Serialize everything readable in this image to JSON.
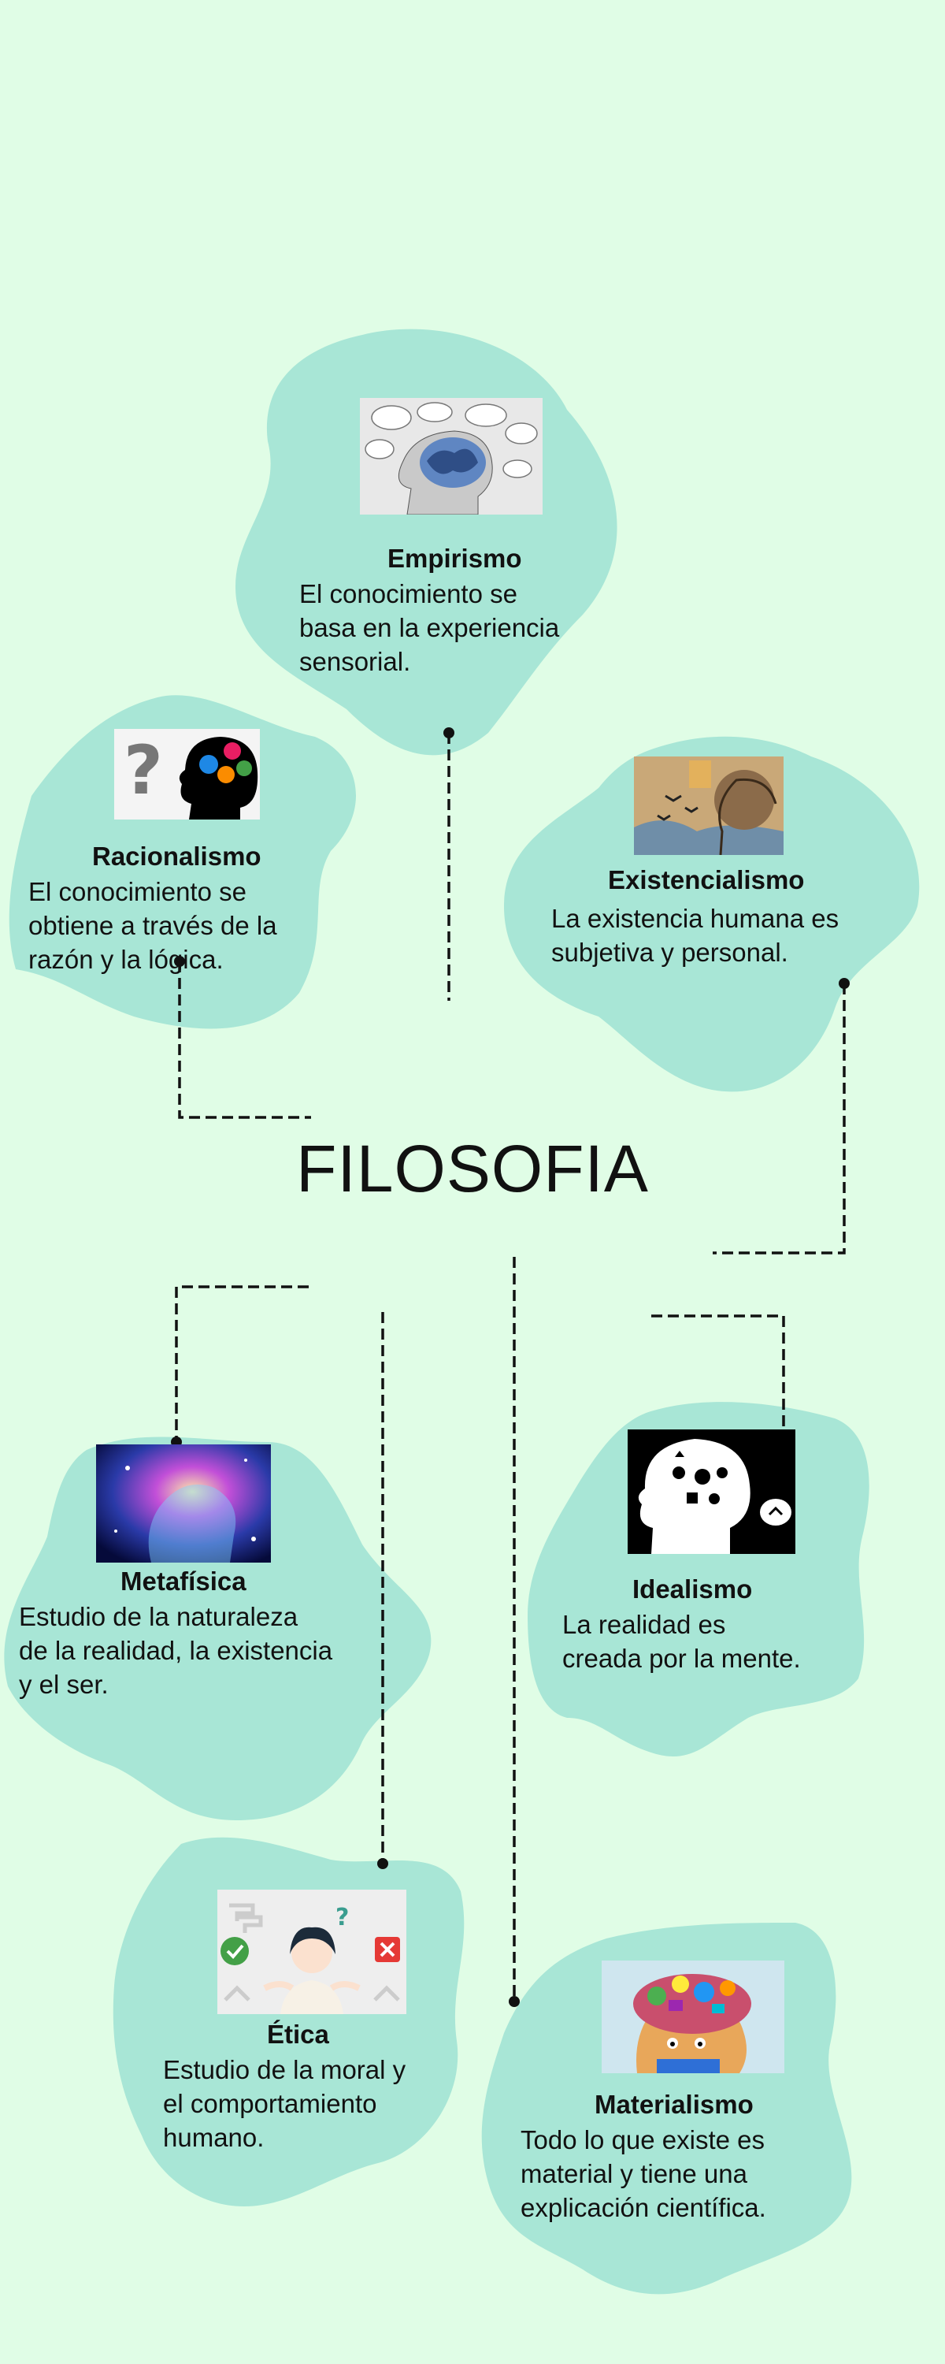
{
  "title": "FILOSOFIA",
  "colors": {
    "background": "#e0fde6",
    "blob": "#a8e6d6",
    "connector": "#111111"
  },
  "cards": [
    {
      "id": "empirismo",
      "title": "Empirismo",
      "description": "El conocimiento  se\nbasa en la  experiencia\nsensorial.",
      "icon": "brain-head-icon"
    },
    {
      "id": "racionalismo",
      "title": "Racionalismo",
      "description": "El conocimiento  se\nobtiene a través de la\nrazón y la lógica.",
      "icon": "question-gears-head-icon"
    },
    {
      "id": "existencialismo",
      "title": "Existencialismo",
      "description": "La existencia humana es\nsubjetiva y  personal.",
      "icon": "head-birds-icon"
    },
    {
      "id": "metafisica",
      "title": "Metafísica",
      "description": "Estudio de  la naturaleza\nde la realidad,  la existencia\ny el ser.",
      "icon": "cosmic-head-icon"
    },
    {
      "id": "idealismo",
      "title": "Idealismo",
      "description": "La realidad es\ncreada por la mente.",
      "icon": "mind-symbols-head-icon"
    },
    {
      "id": "etica",
      "title": "Ética",
      "description": "Estudio de la moral y\nel comportamiento\nhumano.",
      "icon": "choice-person-icon"
    },
    {
      "id": "materialismo",
      "title": "Materialismo",
      "description": "Todo lo que existe es\nmaterial y tiene una\nexplicación científica.",
      "icon": "objects-head-icon"
    }
  ]
}
